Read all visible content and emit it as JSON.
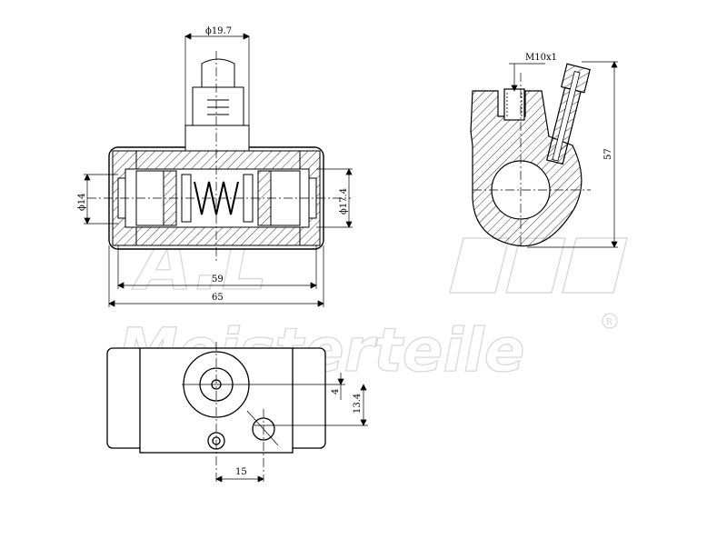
{
  "watermark": {
    "brand": "Meisterteile",
    "monogram": "A.L",
    "trademark": "R"
  },
  "dimensions": {
    "bore_top": "ϕ19.7",
    "bore_left": "ϕ14",
    "bore_right": "ϕ17.4",
    "inner_length": "59",
    "overall_length": "65",
    "thread": "M10x1",
    "height": "57",
    "offset_small": "4",
    "offset_large": "13.4",
    "hole_spacing": "15"
  },
  "colors": {
    "line": "#000000",
    "hatch": "#000000",
    "watermark": "#d9d9d9"
  }
}
